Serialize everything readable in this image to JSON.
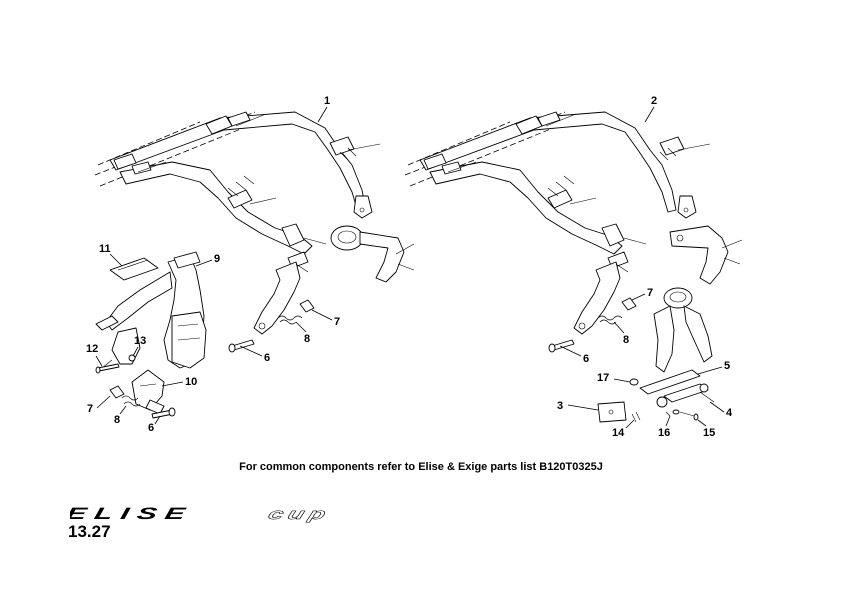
{
  "footnote": "For common components refer to Elise & Exige parts list B120T0325J",
  "brand": {
    "logo_text": "ELISE",
    "sublogo_text": "cup"
  },
  "page_number": "13.27",
  "callouts": {
    "c1": "1",
    "c2": "2",
    "c3": "3",
    "c4": "4",
    "c5": "5",
    "c6a": "6",
    "c6b": "6",
    "c6c": "6",
    "c7a": "7",
    "c7b": "7",
    "c7c": "7",
    "c8a": "8",
    "c8b": "8",
    "c8c": "8",
    "c9": "9",
    "c10": "10",
    "c11": "11",
    "c12": "12",
    "c13": "13",
    "c14": "14",
    "c15": "15",
    "c16": "16",
    "c17": "17"
  }
}
